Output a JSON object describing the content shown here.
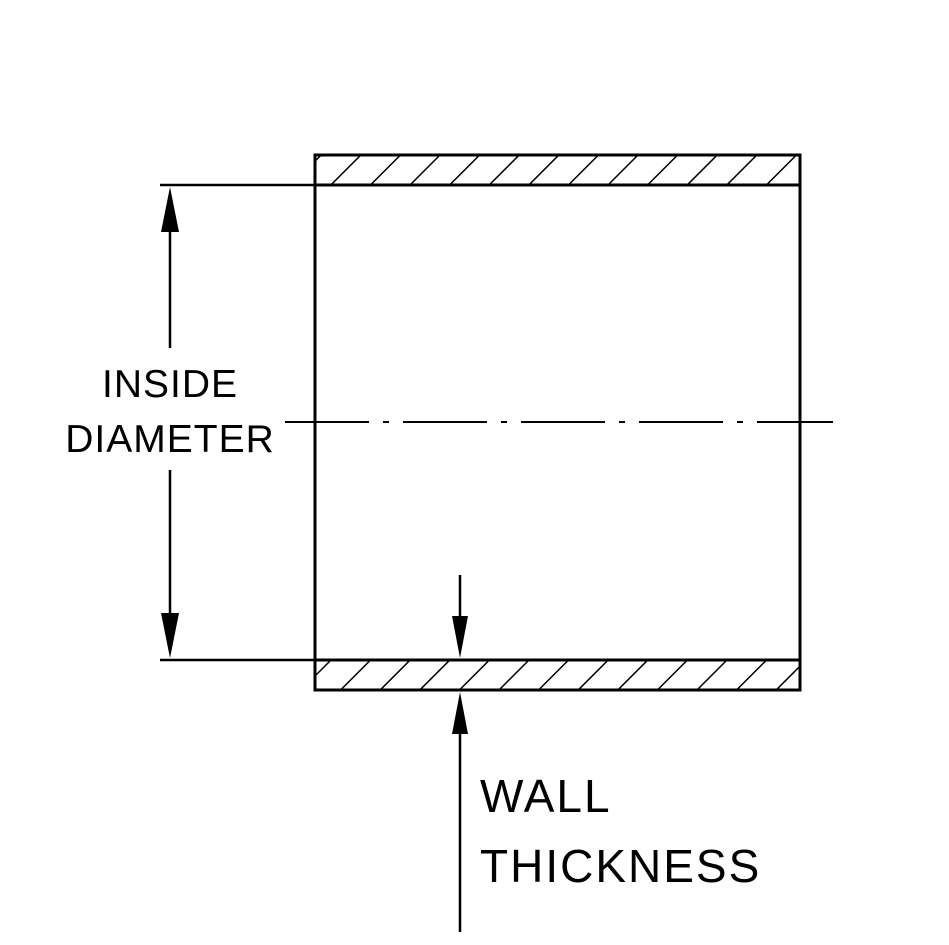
{
  "diagram": {
    "type": "technical-drawing",
    "subject": "tube cross-section with dimension callouts",
    "labels": {
      "inside_diameter": {
        "line1": "INSIDE",
        "line2": "DIAMETER"
      },
      "wall_thickness": {
        "line1": "WALL",
        "line2": "THICKNESS"
      }
    },
    "colors": {
      "line": "#000000",
      "background": "#ffffff"
    }
  }
}
